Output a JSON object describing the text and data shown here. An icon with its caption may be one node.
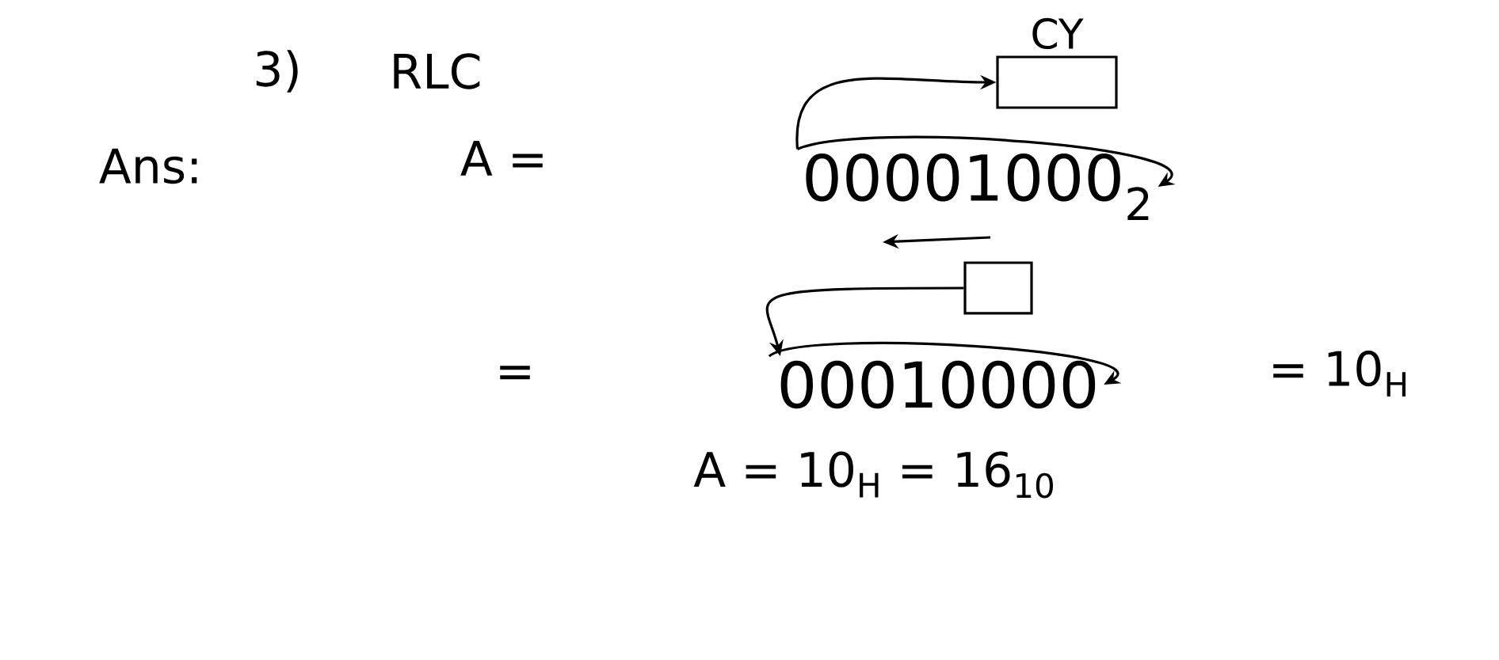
{
  "diagram": {
    "nodes": [
      {
        "text": [
          "CY"
        ]
      },
      {
        "text": [
          "00001000$_{2}$"
        ]
      },
      {
        "text": [],
        "shape": "box"
      },
      {
        "text": [
          "00010000"
        ]
      }
    ],
    "edges": [
      {
        "from": 1,
        "to": 0,
        "arrow": "to"
      },
      {
        "from": 1,
        "to": 1,
        "arrow": "to"
      },
      {
        "from": 2,
        "to": 3,
        "arrow": "to"
      },
      {
        "from": 3,
        "to": 3,
        "arrow": "to"
      }
    ],
    "labels": [
      "3)",
      "RLC",
      "Ans:",
      "A =",
      "=",
      "= 10$_{H}$",
      "A = 10$_{H}$ = 16$_{10}$"
    ]
  }
}
